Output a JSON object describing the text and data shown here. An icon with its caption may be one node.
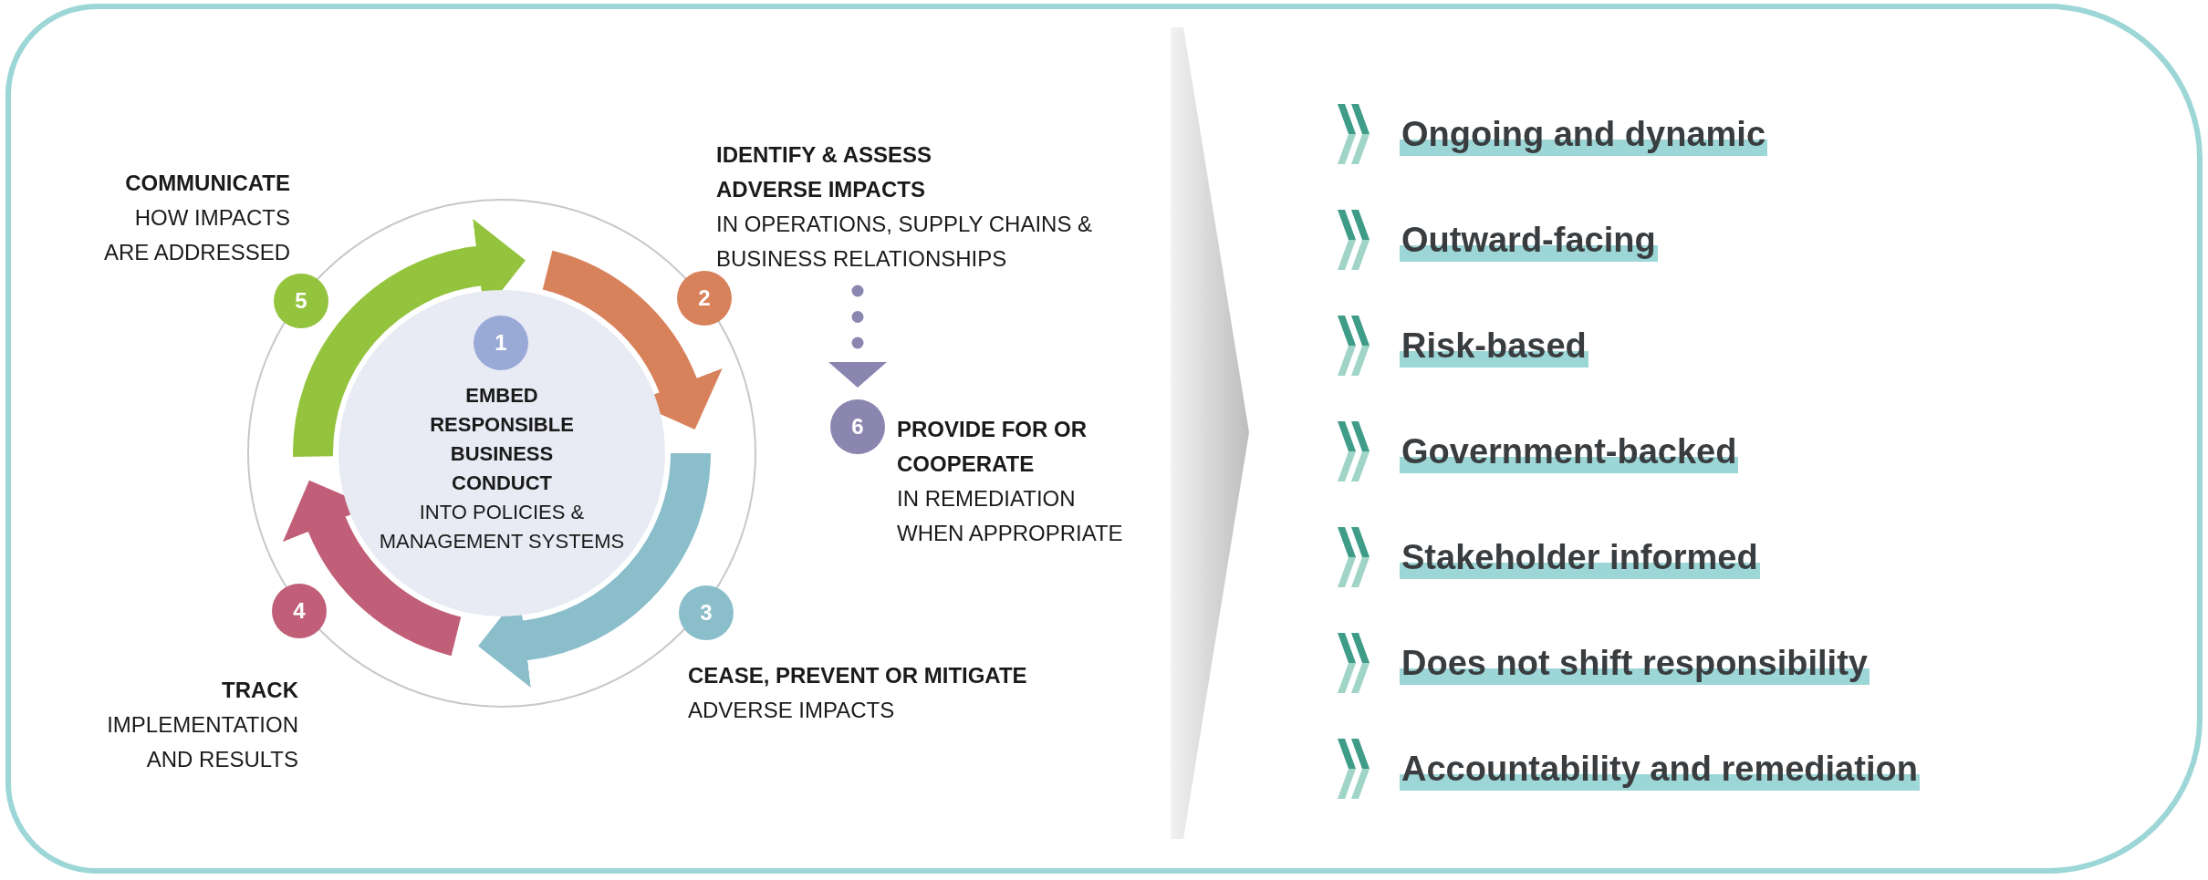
{
  "diagram": {
    "nodes": [
      {
        "text": [
          "EMBED RESPONSIBLE BUSINESS CONDUCT",
          "INTO POLICIES & MANAGEMENT SYSTEMS"
        ]
      },
      {
        "text": [
          "1"
        ],
        "in": 0
      },
      {
        "text": [
          "2"
        ],
        "beside": [
          "IDENTIFY & ASSESS ADVERSE IMPACTS",
          "IN OPERATIONS, SUPPLY CHAINS & BUSINESS RELATIONSHIPS"
        ]
      },
      {
        "text": [
          "3"
        ],
        "beside": [
          "CEASE, PREVENT OR MITIGATE",
          "ADVERSE IMPACTS"
        ]
      },
      {
        "text": [
          "4"
        ],
        "beside": [
          "TRACK",
          "IMPLEMENTATION AND RESULTS"
        ]
      },
      {
        "text": [
          "5"
        ],
        "beside": [
          "COMMUNICATE",
          "HOW IMPACTS ARE ADDRESSED"
        ]
      },
      {
        "text": [
          "6"
        ],
        "beside": [
          "PROVIDE FOR OR COOPERATE",
          "IN REMEDIATION WHEN APPROPRIATE"
        ]
      }
    ],
    "edges": [
      {
        "from": 2,
        "to": 6,
        "arrow": "to",
        "style": "dashed",
        "color": "#8a86b0"
      }
    ],
    "labels": [
      "Ongoing and dynamic",
      "Outward-facing",
      "Risk-based",
      "Government-backed",
      "Stakeholder informed",
      "Does not shift responsibility",
      "Accountability and remediation"
    ]
  }
}
